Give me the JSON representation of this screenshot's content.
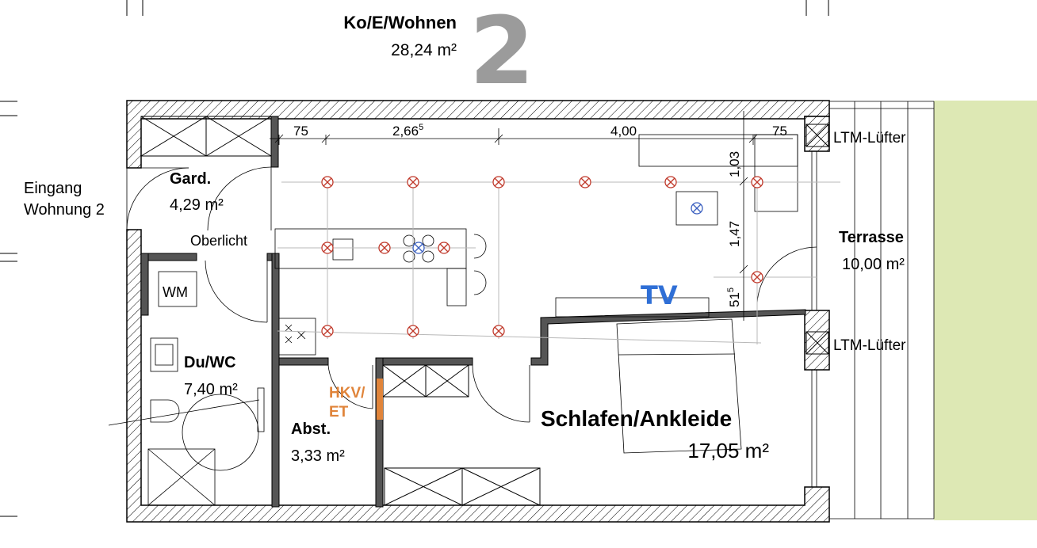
{
  "header": {
    "unit_number": "2",
    "main_room_name": "Ko/E/Wohnen",
    "main_room_area": "28,24 m²"
  },
  "rooms": {
    "garderobe": {
      "name": "Gard.",
      "area": "4,29 m²"
    },
    "dusche_wc": {
      "name": "Du/WC",
      "area": "7,40 m²"
    },
    "abstellraum": {
      "name": "Abst.",
      "area": "3,33 m²"
    },
    "schlafen": {
      "name": "Schlafen/Ankleide",
      "area": "17,05 m²"
    },
    "terrasse": {
      "name": "Terrasse",
      "area": "10,00 m²"
    }
  },
  "labels": {
    "entrance_line1": "Eingang",
    "entrance_line2": "Wohnung 2",
    "skylight": "Oberlicht",
    "washing_machine": "WM",
    "tv": "TV",
    "heating_line1": "HKV/",
    "heating_line2": "ET",
    "ventilator_top": "LTM-Lüfter",
    "ventilator_bottom": "LTM-Lüfter"
  },
  "dimensions": {
    "d_75_left": "75",
    "d_266": "2,66",
    "d_266_sup": "5",
    "d_400": "4,00",
    "d_75_right": "75",
    "d_103": "1,03",
    "d_147": "1,47",
    "d_51": "51",
    "d_51_sup": "5"
  },
  "colors": {
    "wall_hatch": "#000000",
    "lighting_fixture": "#c0392b",
    "special_fixture": "#3a5fbf",
    "tv_text": "#2f6fd6",
    "heating_text": "#e0843a",
    "heating_marker": "#e0843a",
    "terrace_green": "#dde8b4",
    "unit_number": "#9b9b9b"
  }
}
